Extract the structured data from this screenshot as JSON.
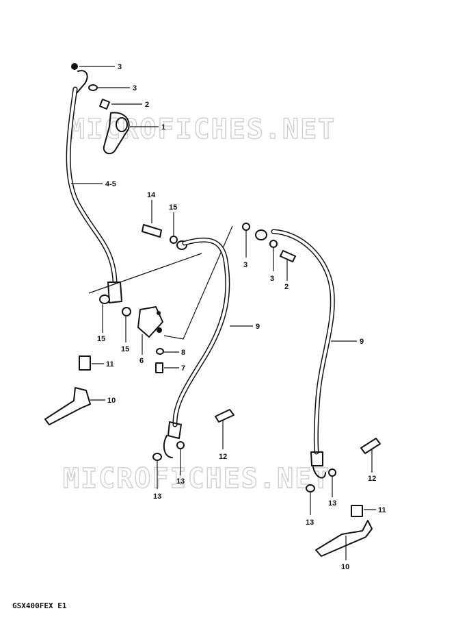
{
  "watermark": "MICROFICHES.NET",
  "model_code": "GSX400FEX E1",
  "callouts": [
    "3",
    "3",
    "2",
    "1",
    "4-5",
    "14",
    "15",
    "3",
    "3",
    "2",
    "15",
    "15",
    "6",
    "8",
    "7",
    "9",
    "9",
    "11",
    "10",
    "12",
    "13",
    "13",
    "12",
    "13",
    "13",
    "11",
    "10"
  ]
}
